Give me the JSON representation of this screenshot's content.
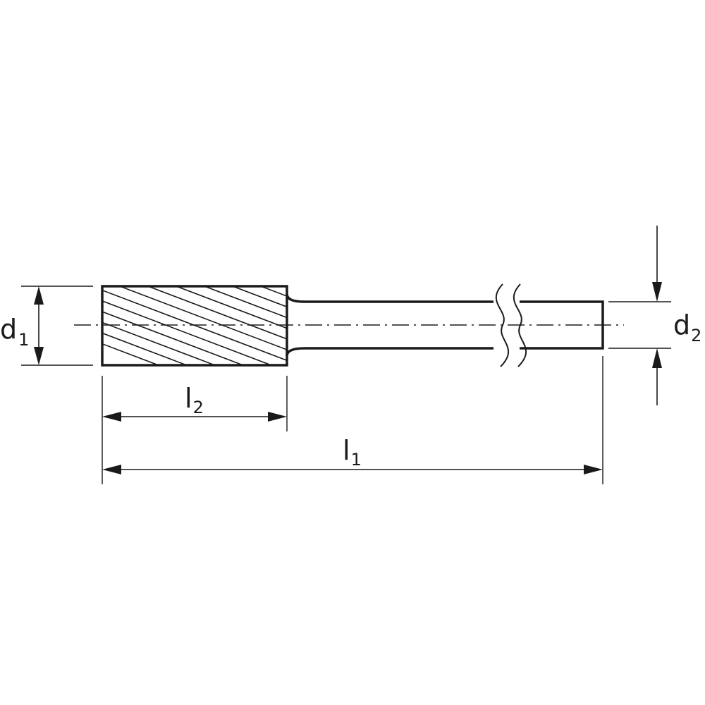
{
  "labels": {
    "d1": {
      "main": "d",
      "sub": "1"
    },
    "d2": {
      "main": "d",
      "sub": "2"
    },
    "l1": {
      "main": "l",
      "sub": "1"
    },
    "l2": {
      "main": "l",
      "sub": "2"
    }
  },
  "colors": {
    "line": "#1a1a1a",
    "background": "#ffffff"
  }
}
